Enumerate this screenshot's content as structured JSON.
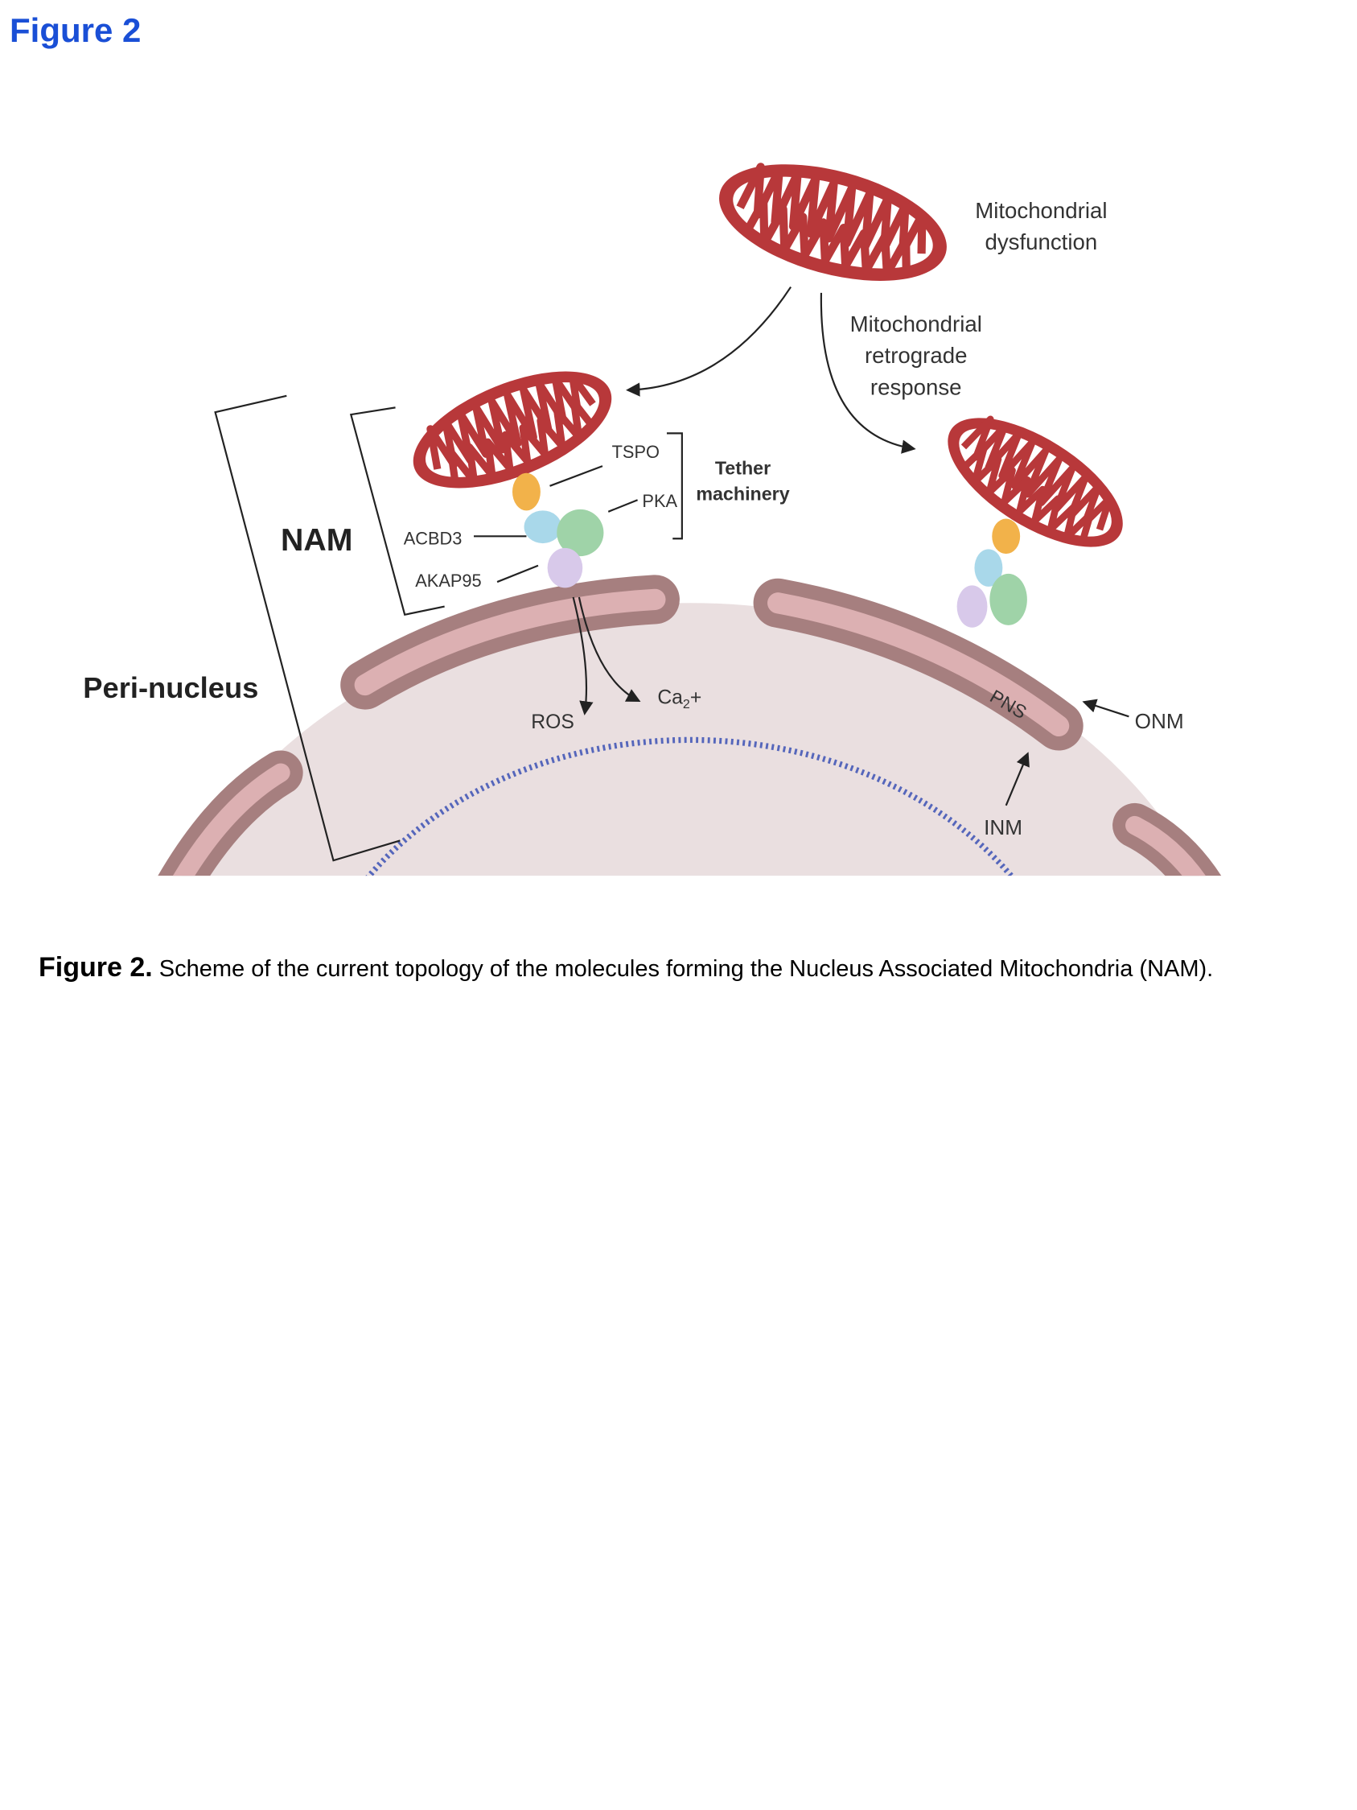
{
  "header": {
    "title": "Figure 2"
  },
  "diagram": {
    "labels": {
      "mito_dysfunction_1": "Mitochondrial",
      "mito_dysfunction_2": "dysfunction",
      "retro_1": "Mitochondrial",
      "retro_2": "retrograde",
      "retro_3": "response",
      "tspo": "TSPO",
      "pka": "PKA",
      "tether_1": "Tether",
      "tether_2": "machinery",
      "nam": "NAM",
      "acbd3": "ACBD3",
      "akap95": "AKAP95",
      "peri_nucleus": "Peri-nucleus",
      "ros": "ROS",
      "ca_base": "Ca",
      "ca_sub": "2",
      "ca_suffix": "+",
      "pns": "PNS",
      "onm": "ONM",
      "inm": "INM"
    },
    "colors": {
      "mitochondria": "#b8383a",
      "membrane_outer": "#a67f7f",
      "membrane_inner": "#dcb0b2",
      "nucleus": "#eadfe0",
      "lamina": "#5566bb"
    }
  },
  "caption": {
    "label": "Figure 2.",
    "text": " Scheme of the current topology of the molecules forming the Nucleus Associated Mitochondria (NAM)."
  }
}
